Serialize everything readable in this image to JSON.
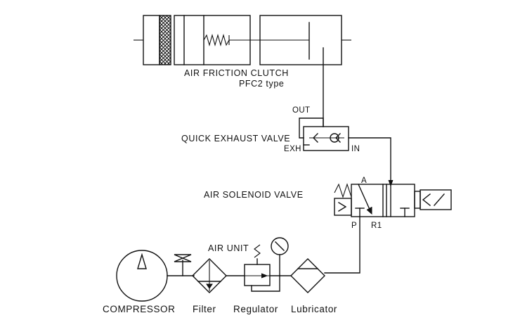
{
  "labels": {
    "clutch_title": "AIR FRICTION CLUTCH",
    "clutch_type": "PFC2 type",
    "out": "OUT",
    "quick_exhaust_valve": "QUICK EXHAUST VALVE",
    "exh": "EXH",
    "in": "IN",
    "solenoid_valve": "AIR SOLENOID VALVE",
    "port_a": "A",
    "port_p": "P",
    "port_r1": "R1",
    "air_unit": "AIR UNIT",
    "compressor": "COMPRESSOR",
    "filter": "Filter",
    "regulator": "Regulator",
    "lubricator": "Lubricator"
  },
  "colors": {
    "line": "#111111",
    "background": "#ffffff"
  }
}
